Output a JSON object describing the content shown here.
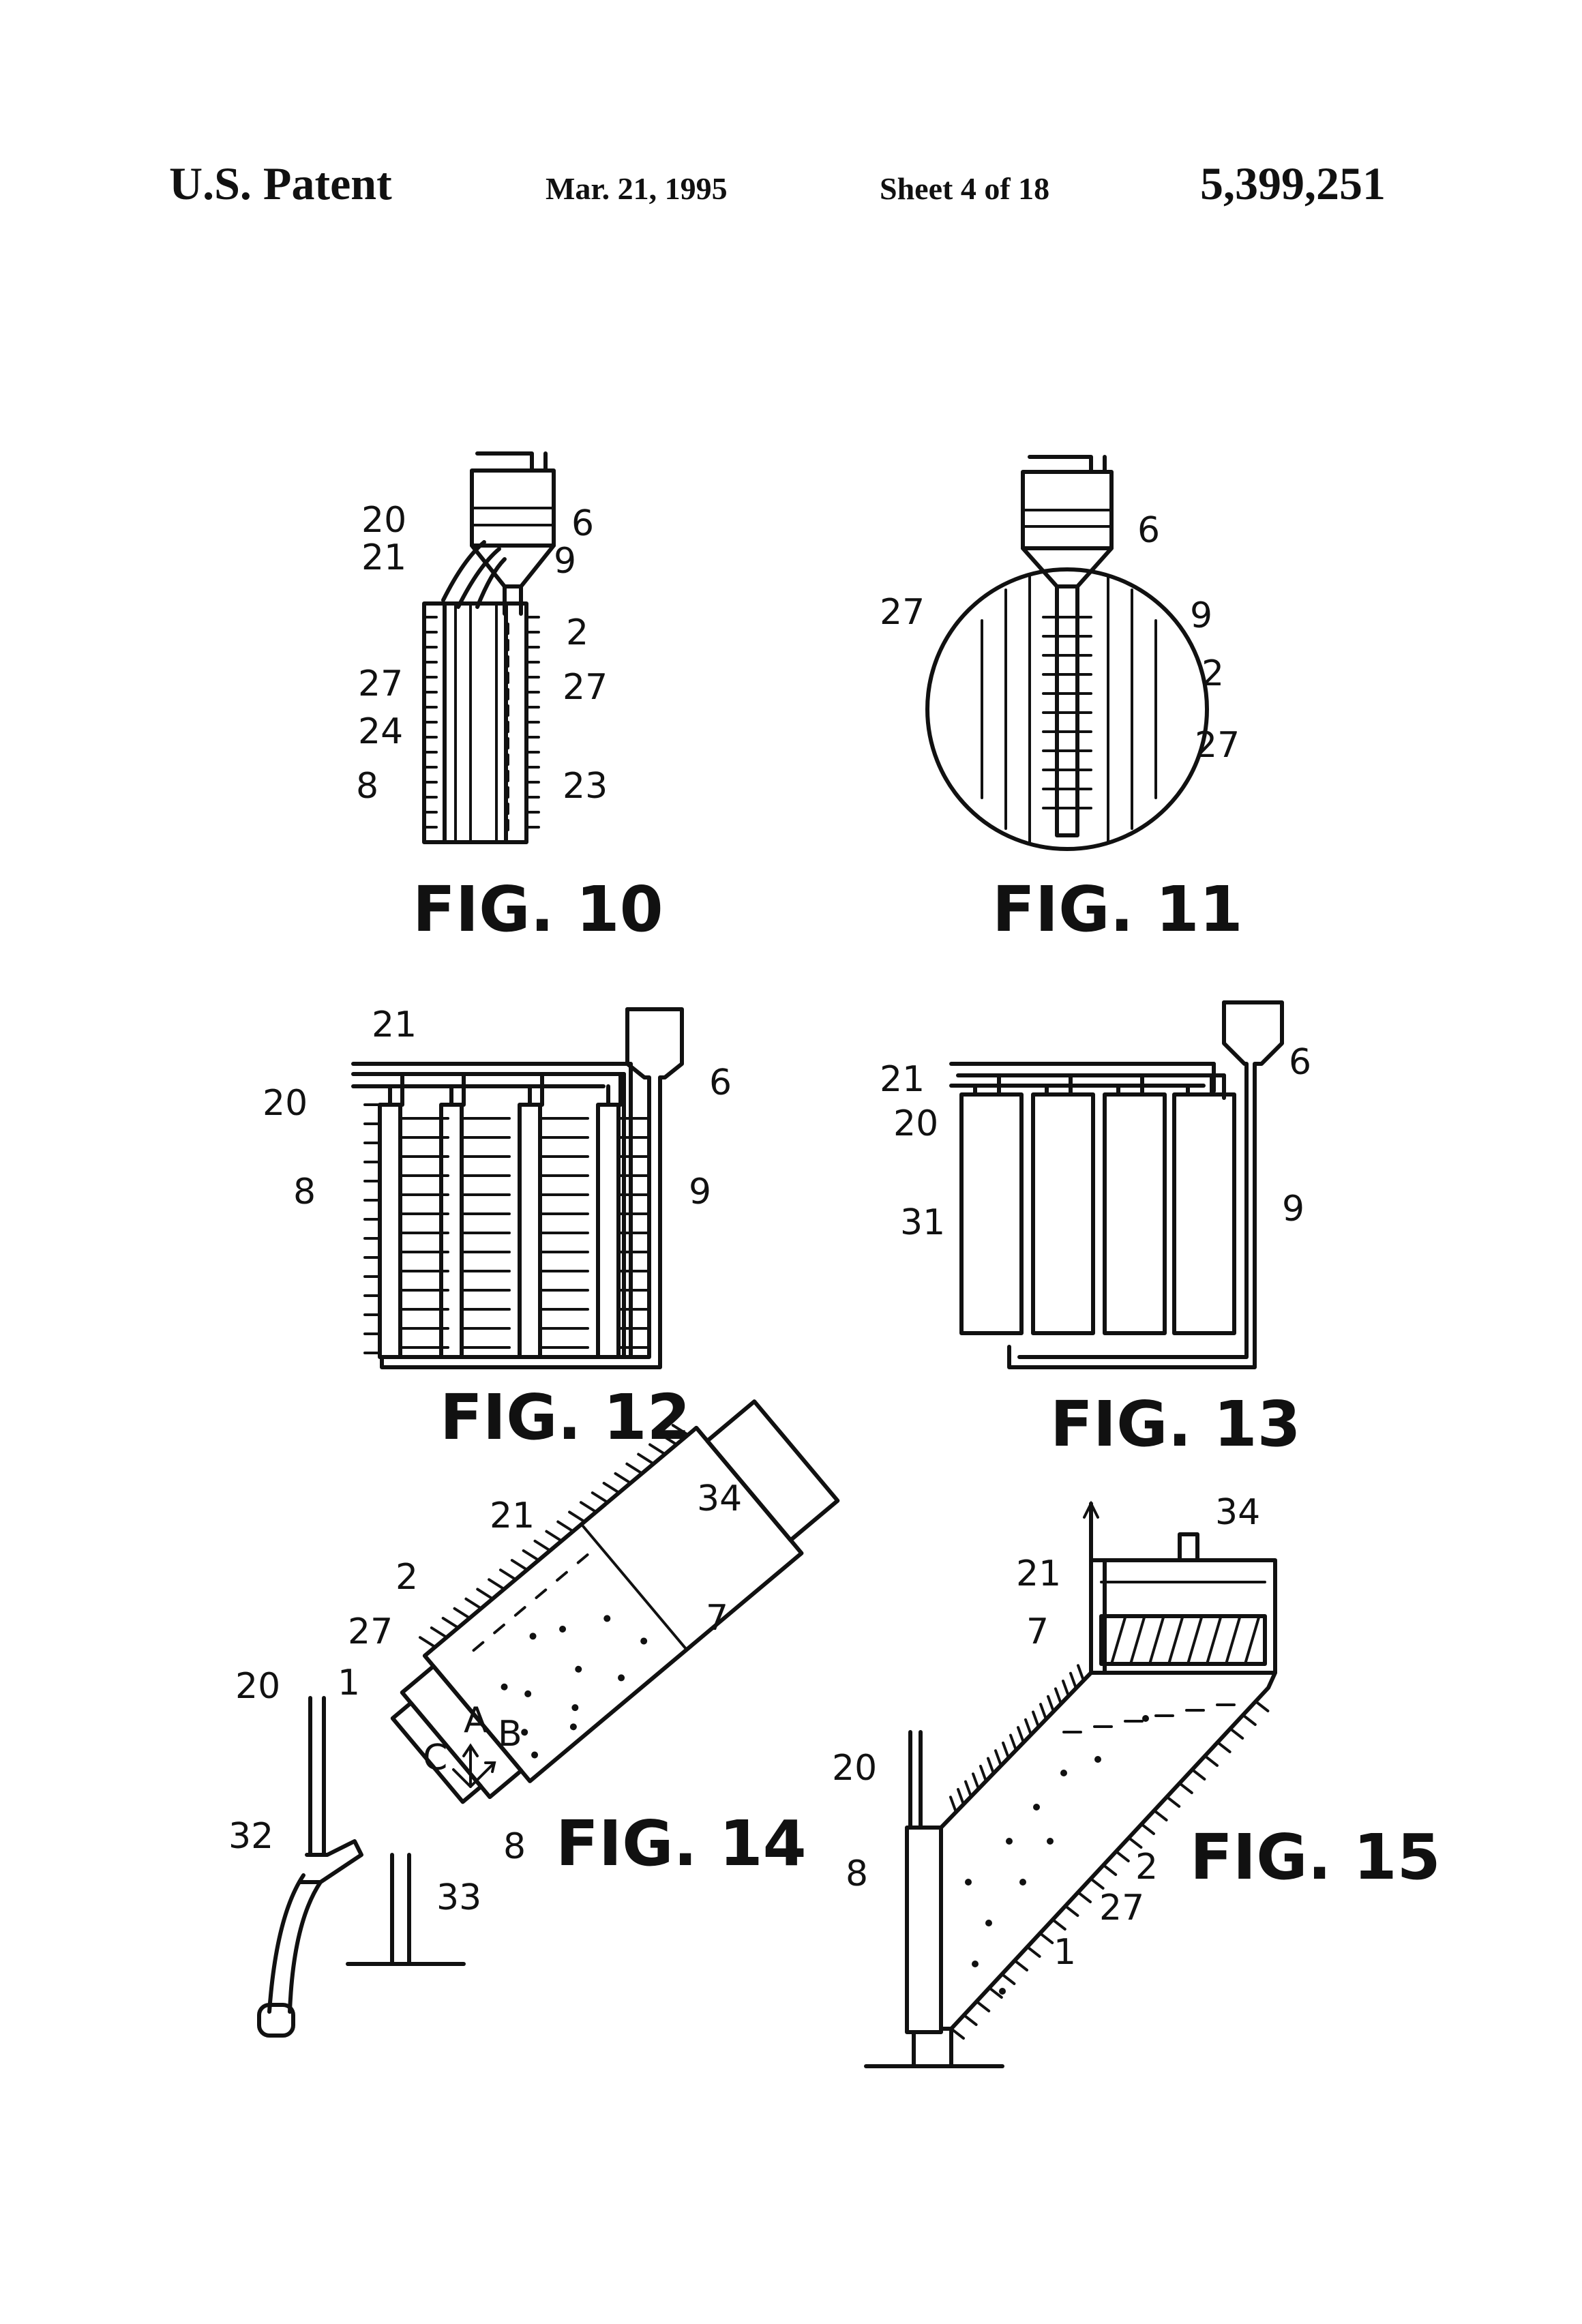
{
  "header": {
    "left": "U.S. Patent",
    "date": "Mar. 21, 1995",
    "sheet": "Sheet 4 of 18",
    "number": "5,399,251"
  },
  "figures": [
    {
      "label": "FIG. 10",
      "refs": [
        "20",
        "21",
        "6",
        "9",
        "2",
        "27",
        "27",
        "24",
        "8",
        "23"
      ]
    },
    {
      "label": "FIG. 11",
      "refs": [
        "6",
        "27",
        "9",
        "2",
        "27"
      ]
    },
    {
      "label": "FIG. 12",
      "refs": [
        "21",
        "20",
        "6",
        "8",
        "9"
      ]
    },
    {
      "label": "FIG. 13",
      "refs": [
        "21",
        "6",
        "20",
        "31",
        "9"
      ]
    },
    {
      "label": "FIG. 14",
      "refs": [
        "21",
        "34",
        "2",
        "7",
        "27",
        "1",
        "20",
        "A",
        "B",
        "C",
        "32",
        "8",
        "33"
      ]
    },
    {
      "label": "FIG. 15",
      "refs": [
        "34",
        "21",
        "7",
        "20",
        "8",
        "2",
        "27",
        "1"
      ]
    }
  ]
}
